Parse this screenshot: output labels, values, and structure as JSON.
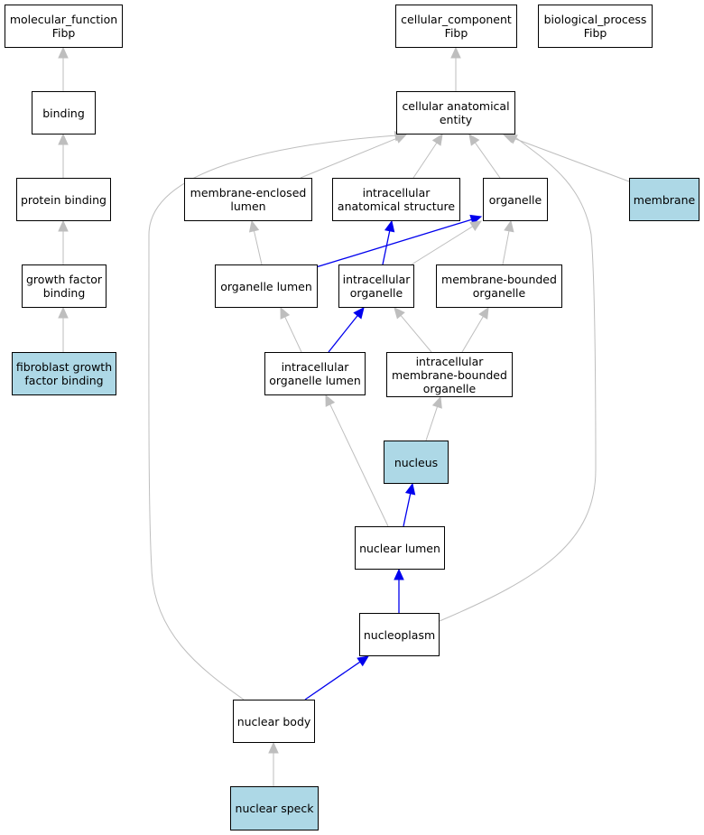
{
  "colors": {
    "highlight": "#add8e6",
    "edge_default": "#bebebe",
    "edge_path": "#0000ee",
    "border": "#000000"
  },
  "nodes": {
    "molecular_function": "molecular_function\nFibp",
    "cellular_component": "cellular_component\nFibp",
    "biological_process": "biological_process\nFibp",
    "binding": "binding",
    "protein_binding": "protein binding",
    "growth_factor_binding": "growth factor\nbinding",
    "fibroblast_growth_factor_binding": "fibroblast growth\nfactor binding",
    "cellular_anatomical_entity": "cellular anatomical\nentity",
    "membrane_enclosed_lumen": "membrane-enclosed\nlumen",
    "intracellular_anatomical_structure": "intracellular\nanatomical structure",
    "organelle": "organelle",
    "membrane": "membrane",
    "organelle_lumen": "organelle lumen",
    "intracellular_organelle": "intracellular\norganelle",
    "membrane_bounded_organelle": "membrane-bounded\norganelle",
    "intracellular_organelle_lumen": "intracellular\norganelle lumen",
    "intracellular_membrane_bounded_organelle": "intracellular\nmembrane-bounded\norganelle",
    "nucleus": "nucleus",
    "nuclear_lumen": "nuclear lumen",
    "nucleoplasm": "nucleoplasm",
    "nuclear_body": "nuclear body",
    "nuclear_speck": "nuclear speck"
  },
  "highlighted": [
    "fibroblast_growth_factor_binding",
    "membrane",
    "nucleus",
    "nuclear_speck"
  ],
  "edges": [
    {
      "from": "binding",
      "to": "molecular_function",
      "kind": "default"
    },
    {
      "from": "protein_binding",
      "to": "binding",
      "kind": "default"
    },
    {
      "from": "growth_factor_binding",
      "to": "protein_binding",
      "kind": "default"
    },
    {
      "from": "fibroblast_growth_factor_binding",
      "to": "growth_factor_binding",
      "kind": "default"
    },
    {
      "from": "cellular_anatomical_entity",
      "to": "cellular_component",
      "kind": "default"
    },
    {
      "from": "membrane_enclosed_lumen",
      "to": "cellular_anatomical_entity",
      "kind": "default"
    },
    {
      "from": "intracellular_anatomical_structure",
      "to": "cellular_anatomical_entity",
      "kind": "default"
    },
    {
      "from": "organelle",
      "to": "cellular_anatomical_entity",
      "kind": "default"
    },
    {
      "from": "membrane",
      "to": "cellular_anatomical_entity",
      "kind": "default"
    },
    {
      "from": "nucleoplasm",
      "to": "cellular_anatomical_entity",
      "kind": "default"
    },
    {
      "from": "nuclear_body",
      "to": "cellular_anatomical_entity",
      "kind": "default"
    },
    {
      "from": "organelle_lumen",
      "to": "membrane_enclosed_lumen",
      "kind": "default"
    },
    {
      "from": "organelle_lumen",
      "to": "organelle",
      "kind": "path"
    },
    {
      "from": "intracellular_organelle",
      "to": "intracellular_anatomical_structure",
      "kind": "path"
    },
    {
      "from": "intracellular_organelle",
      "to": "organelle",
      "kind": "default"
    },
    {
      "from": "membrane_bounded_organelle",
      "to": "organelle",
      "kind": "default"
    },
    {
      "from": "intracellular_organelle_lumen",
      "to": "organelle_lumen",
      "kind": "default"
    },
    {
      "from": "intracellular_organelle_lumen",
      "to": "intracellular_organelle",
      "kind": "path"
    },
    {
      "from": "intracellular_membrane_bounded_organelle",
      "to": "intracellular_organelle",
      "kind": "default"
    },
    {
      "from": "intracellular_membrane_bounded_organelle",
      "to": "membrane_bounded_organelle",
      "kind": "default"
    },
    {
      "from": "nucleus",
      "to": "intracellular_membrane_bounded_organelle",
      "kind": "default"
    },
    {
      "from": "nuclear_lumen",
      "to": "intracellular_organelle_lumen",
      "kind": "default"
    },
    {
      "from": "nuclear_lumen",
      "to": "nucleus",
      "kind": "path"
    },
    {
      "from": "nucleoplasm",
      "to": "nuclear_lumen",
      "kind": "path"
    },
    {
      "from": "nuclear_body",
      "to": "nucleoplasm",
      "kind": "path"
    },
    {
      "from": "nuclear_speck",
      "to": "nuclear_body",
      "kind": "default"
    }
  ]
}
